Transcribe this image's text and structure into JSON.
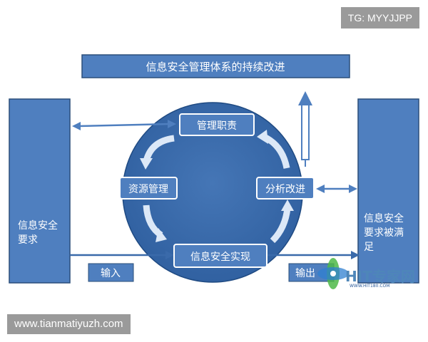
{
  "watermark": {
    "top_right": "TG: MYYJJPP",
    "bottom_left": "www.tianmatiyuzh.com"
  },
  "diagram": {
    "title": "信息安全管理体系的持续改进",
    "left_column": {
      "line1": "信息安全",
      "line2": "要求"
    },
    "right_column": {
      "line1": "信息安全",
      "line2": "要求被满",
      "line3": "足"
    },
    "input_label": "输入",
    "output_label": "输出",
    "nodes": {
      "top": "管理职责",
      "left": "资源管理",
      "right": "分析改进",
      "bottom": "信息安全实现"
    }
  },
  "logo": {
    "name": "HIT专家网",
    "url": "WWW.HIT180.COM"
  },
  "colors": {
    "blue": "#4f7fbf",
    "circle": "#3a6aaa",
    "border": "#2b4f7a",
    "arrow_fill": "#dce8f7",
    "logo_green": "#4db848",
    "logo_blue": "#2f7fd0"
  }
}
